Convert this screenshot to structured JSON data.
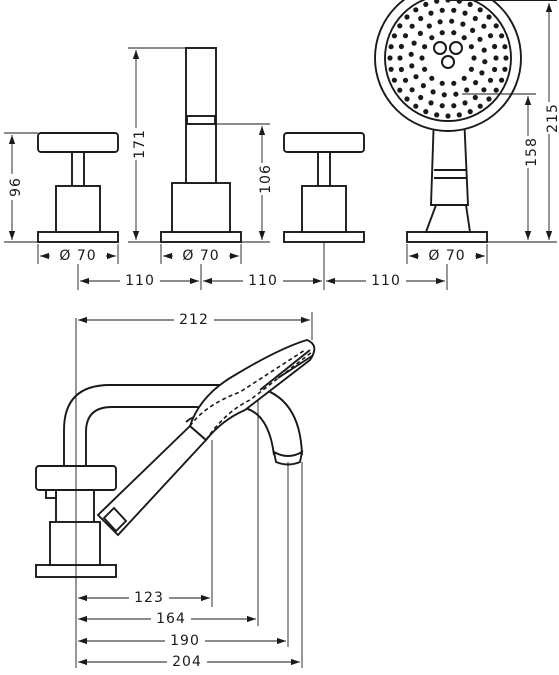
{
  "front_view": {
    "dims": {
      "valve_height": "96",
      "spout_height": "171",
      "spout_outlet_height": "106",
      "shower_holder_height": "158",
      "shower_total_height": "215",
      "diameter_left": "Ø 70",
      "diameter_spout": "Ø 70",
      "diameter_shower": "Ø 70",
      "spacing_1": "110",
      "spacing_2": "110",
      "spacing_3": "110"
    }
  },
  "side_view": {
    "dims": {
      "total_reach": "212",
      "hand_shower_base": "123",
      "hand_shower_head": "164",
      "spout_outlet": "190",
      "spout_end": "204"
    }
  }
}
